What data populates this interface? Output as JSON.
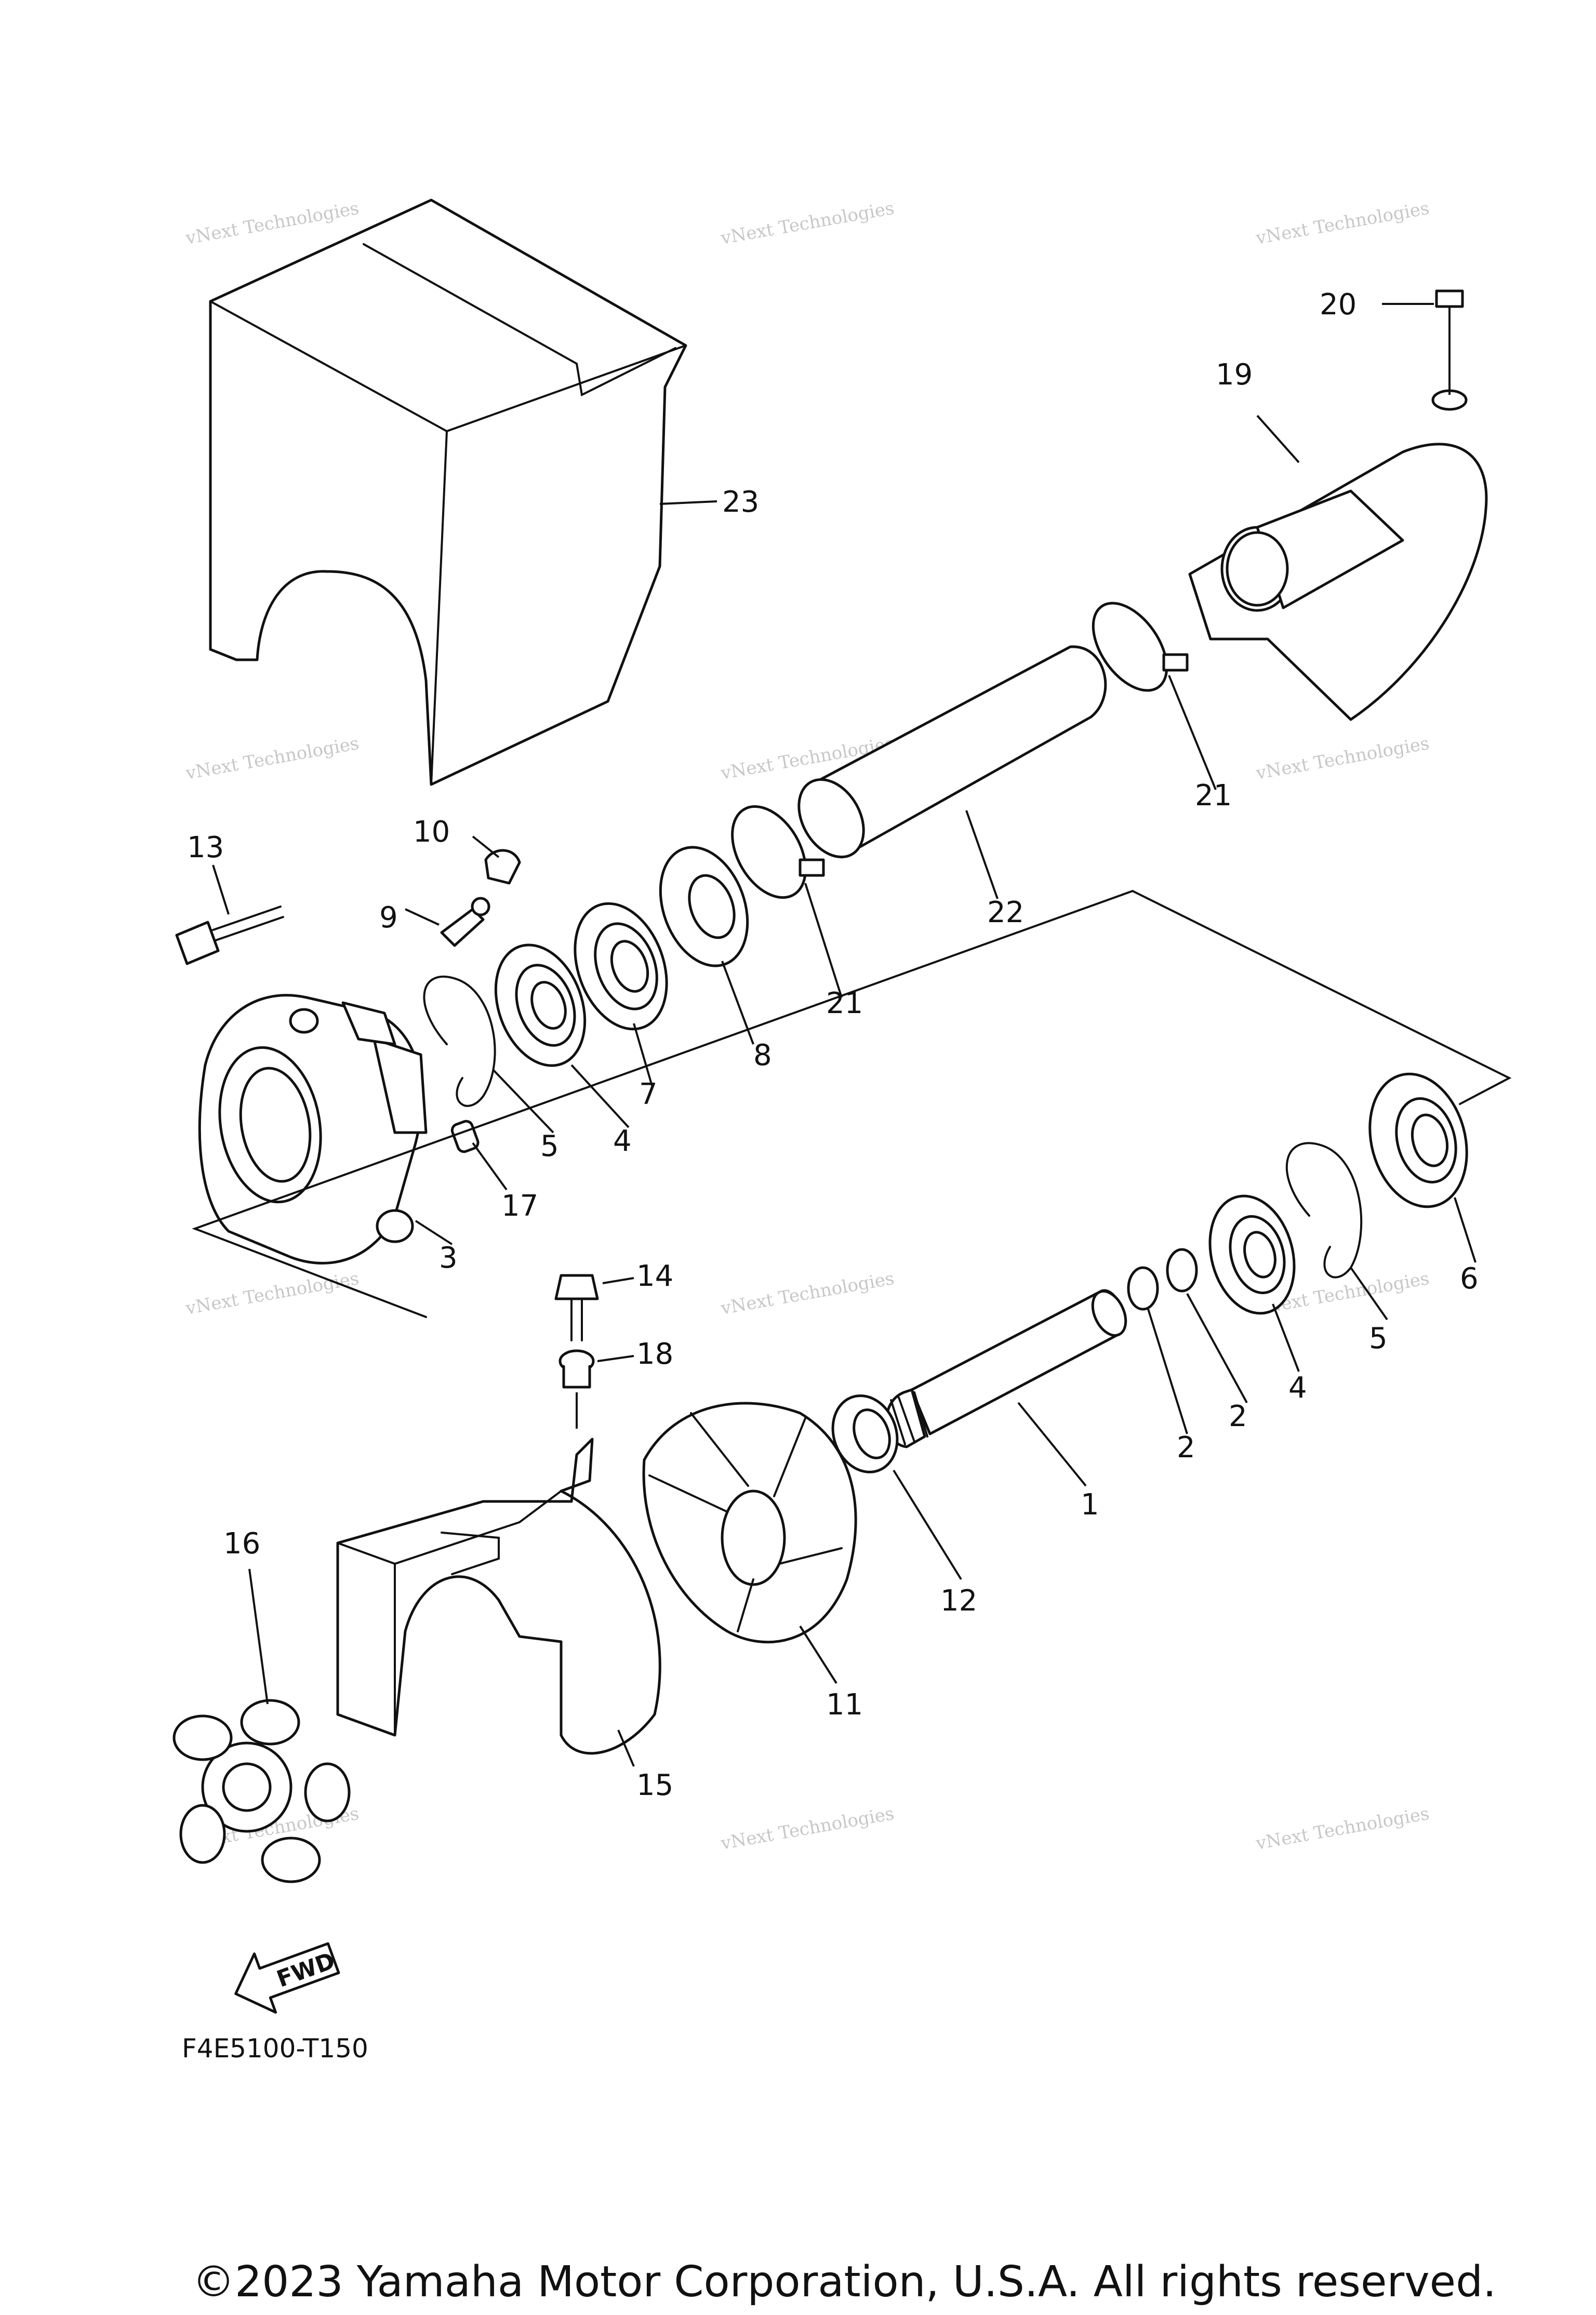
{
  "diagram_code": "F4E5100-T150",
  "copyright": "©2023 Yamaha Motor Corporation, U.S.A. All rights reserved.",
  "watermark": {
    "line1": "vNext Technologies",
    "line2": "vNext",
    "line3": "Technologies"
  },
  "fwd_label": "FWD",
  "callouts": {
    "c1": "1",
    "c2a": "2",
    "c2b": "2",
    "c3": "3",
    "c4a": "4",
    "c4b": "4",
    "c5a": "5",
    "c5b": "5",
    "c6": "6",
    "c7": "7",
    "c8": "8",
    "c9": "9",
    "c10": "10",
    "c11": "11",
    "c12": "12",
    "c13": "13",
    "c14": "14",
    "c15": "15",
    "c16": "16",
    "c17": "17",
    "c18": "18",
    "c19": "19",
    "c20": "20",
    "c21a": "21",
    "c21b": "21",
    "c22": "22",
    "c23": "23"
  },
  "colors": {
    "line": "#111111",
    "watermark": "#9a9a9a",
    "background": "#ffffff"
  }
}
